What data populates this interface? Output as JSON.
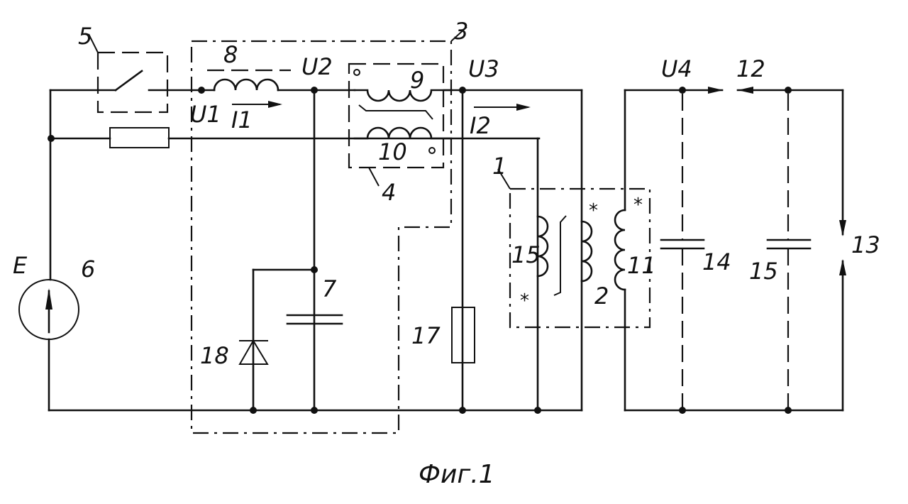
{
  "figure": {
    "caption": "Фиг.1",
    "type": "circuit schematic"
  },
  "nodes": {
    "u1": "U1",
    "u2": "U2",
    "u3": "U3",
    "u4": "U4",
    "e": "E"
  },
  "currents": {
    "i1": "I1",
    "i2": "I2"
  },
  "components": {
    "c1": "1",
    "c2": "2",
    "c3": "3",
    "c4": "4",
    "c5": "5",
    "c6": "6",
    "c7": "7",
    "c8": "8",
    "c9": "9",
    "c10": "10",
    "c11": "11",
    "c12": "12",
    "c13": "13",
    "c14": "14",
    "c15a": "15",
    "c15b": "15",
    "c17": "17",
    "c18": "18"
  },
  "polarity_mark": "*"
}
